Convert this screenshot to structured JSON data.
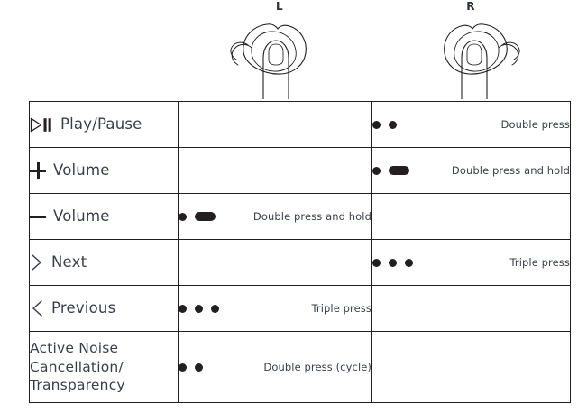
{
  "diagram": {
    "left_bud": {
      "label": "L",
      "icon": "earbud-finger-tap-left"
    },
    "right_bud": {
      "label": "R",
      "icon": "earbud-finger-tap-right"
    }
  },
  "table": {
    "rows": [
      {
        "id": "play-pause",
        "icon": "play-pause-icon",
        "action": "Play/Pause",
        "left": {
          "marks": [],
          "text": ""
        },
        "right": {
          "marks": [
            "dot",
            "dot"
          ],
          "text": "Double press"
        }
      },
      {
        "id": "volume-up",
        "icon": "plus-icon",
        "action": "Volume",
        "left": {
          "marks": [],
          "text": ""
        },
        "right": {
          "marks": [
            "dot",
            "hold"
          ],
          "text": "Double press and hold"
        }
      },
      {
        "id": "volume-down",
        "icon": "minus-icon",
        "action": "Volume",
        "left": {
          "marks": [
            "dot",
            "hold"
          ],
          "text": "Double press and hold"
        },
        "right": {
          "marks": [],
          "text": ""
        }
      },
      {
        "id": "next",
        "icon": "chevron-right-icon",
        "action": "Next",
        "left": {
          "marks": [],
          "text": ""
        },
        "right": {
          "marks": [
            "dot",
            "dot",
            "dot"
          ],
          "text": "Triple press"
        }
      },
      {
        "id": "previous",
        "icon": "chevron-left-icon",
        "action": "Previous",
        "left": {
          "marks": [
            "dot",
            "dot",
            "dot"
          ],
          "text": "Triple press"
        },
        "right": {
          "marks": [],
          "text": ""
        }
      },
      {
        "id": "anc-transparency",
        "icon": "",
        "action": "Active Noise\nCancellation/\nTransparency",
        "left": {
          "marks": [
            "dot",
            "dot"
          ],
          "text": "Double press (cycle)"
        },
        "right": {
          "marks": [],
          "text": ""
        }
      }
    ]
  },
  "colors": {
    "ink": "#231f20",
    "text": "#3a3f47",
    "background": "#ffffff"
  }
}
